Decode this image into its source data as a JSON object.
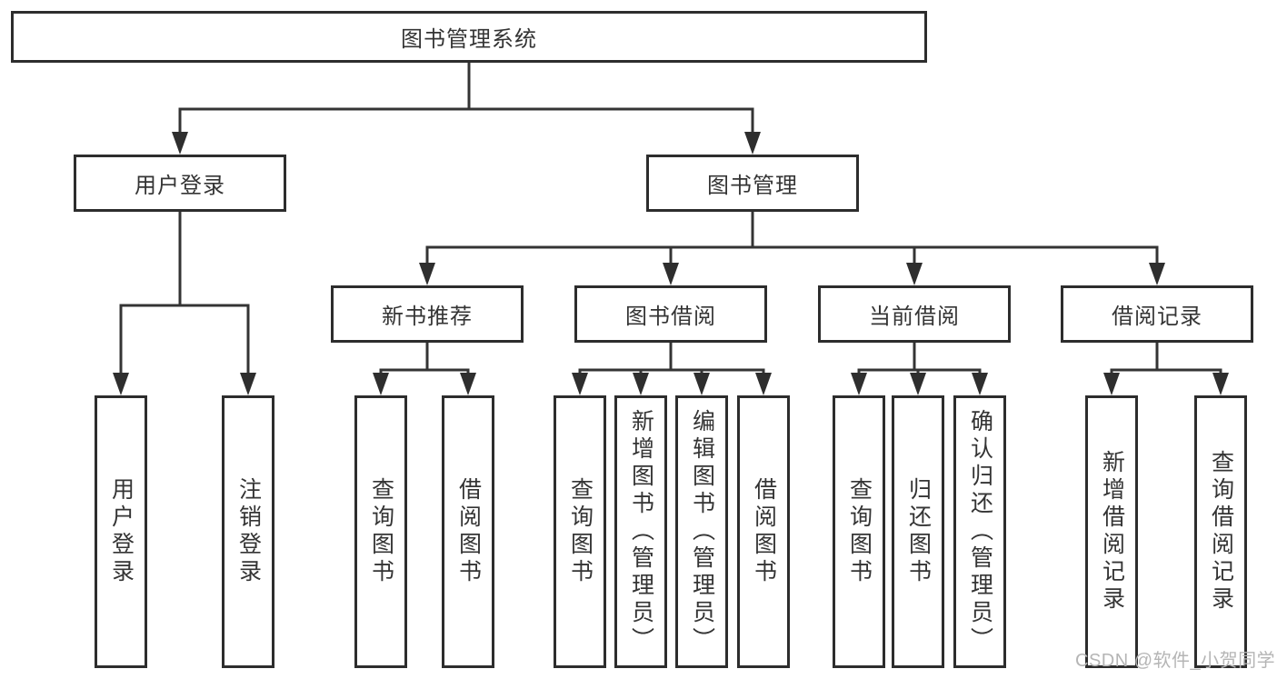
{
  "tree": {
    "root": {
      "label": "图书管理系统"
    },
    "level2": [
      {
        "label": "用户登录"
      },
      {
        "label": "图书管理"
      }
    ],
    "level3": [
      {
        "label": "新书推荐"
      },
      {
        "label": "图书借阅"
      },
      {
        "label": "当前借阅"
      },
      {
        "label": "借阅记录"
      }
    ],
    "leaves": {
      "user_login": [
        {
          "label": "用户登录"
        },
        {
          "label": "注销登录"
        }
      ],
      "new_book_recommend": [
        {
          "label": "查询图书"
        },
        {
          "label": "借阅图书"
        }
      ],
      "book_borrow": [
        {
          "label": "查询图书"
        },
        {
          "label": "新增图书（管理员）"
        },
        {
          "label": "编辑图书（管理员）"
        },
        {
          "label": "借阅图书"
        }
      ],
      "current_borrow": [
        {
          "label": "查询图书"
        },
        {
          "label": "归还图书"
        },
        {
          "label": "确认归还（管理员）"
        }
      ],
      "borrow_records": [
        {
          "label": "新增借阅记录"
        },
        {
          "label": "查询借阅记录"
        }
      ]
    }
  },
  "watermark": "CSDN @软件_小贺同学"
}
